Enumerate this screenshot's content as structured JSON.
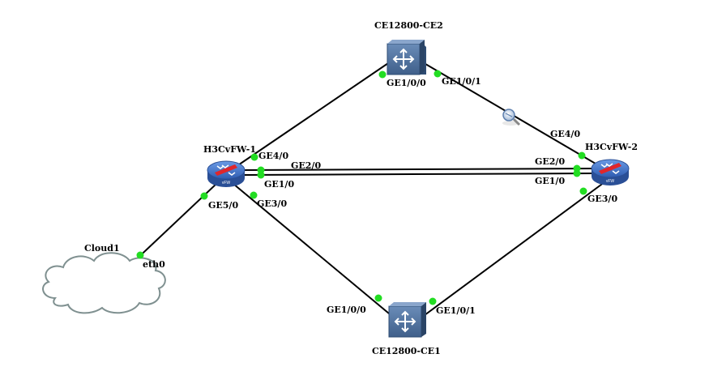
{
  "topology": {
    "devices": [
      {
        "id": "ce2",
        "name": "CE12800-CE2",
        "type": "switch-icon"
      },
      {
        "id": "ce1",
        "name": "CE12800-CE1",
        "type": "switch-icon"
      },
      {
        "id": "fw1",
        "name": "H3CvFW-1",
        "type": "firewall-router-icon",
        "badge": "vFW"
      },
      {
        "id": "fw2",
        "name": "H3CvFW-2",
        "type": "firewall-router-icon",
        "badge": "vFW"
      },
      {
        "id": "cloud1",
        "name": "Cloud1",
        "type": "cloud-icon"
      }
    ],
    "links": [
      {
        "from": "fw1",
        "from_port": "GE4/0",
        "to": "ce2",
        "to_port": "GE1/0/0"
      },
      {
        "from": "ce2",
        "from_port": "GE1/0/1",
        "to": "fw2",
        "to_port": "GE4/0"
      },
      {
        "from": "fw1",
        "from_port": "GE2/0",
        "to": "fw2",
        "to_port": "GE2/0"
      },
      {
        "from": "fw1",
        "from_port": "GE1/0",
        "to": "fw2",
        "to_port": "GE1/0"
      },
      {
        "from": "fw1",
        "from_port": "GE3/0",
        "to": "ce1",
        "to_port": "GE1/0/0"
      },
      {
        "from": "ce1",
        "from_port": "GE1/0/1",
        "to": "fw2",
        "to_port": "GE3/0"
      },
      {
        "from": "fw1",
        "from_port": "GE5/0",
        "to": "cloud1",
        "to_port": "eth0"
      }
    ],
    "port_labels": {
      "ce2_p0": "GE1/0/0",
      "ce2_p1": "GE1/0/1",
      "ce1_p0": "GE1/0/0",
      "ce1_p1": "GE1/0/1",
      "fw1_ge4": "GE4/0",
      "fw1_ge2": "GE2/0",
      "fw1_ge1": "GE1/0",
      "fw1_ge5": "GE5/0",
      "fw1_ge3": "GE3/0",
      "fw2_ge4": "GE4/0",
      "fw2_ge2": "GE2/0",
      "fw2_ge1": "GE1/0",
      "fw2_ge3": "GE3/0",
      "cloud_eth0": "eth0"
    },
    "capture_icon": "magnifier-capture-icon",
    "colors": {
      "link": "#000000",
      "port_up": "#22dd22",
      "switch_body": "#4a6b96",
      "switch_side": "#2f4c73",
      "router_body": "#3d6fc4",
      "router_stripe": "#e0262b",
      "cloud_stroke": "#7f9090"
    }
  }
}
